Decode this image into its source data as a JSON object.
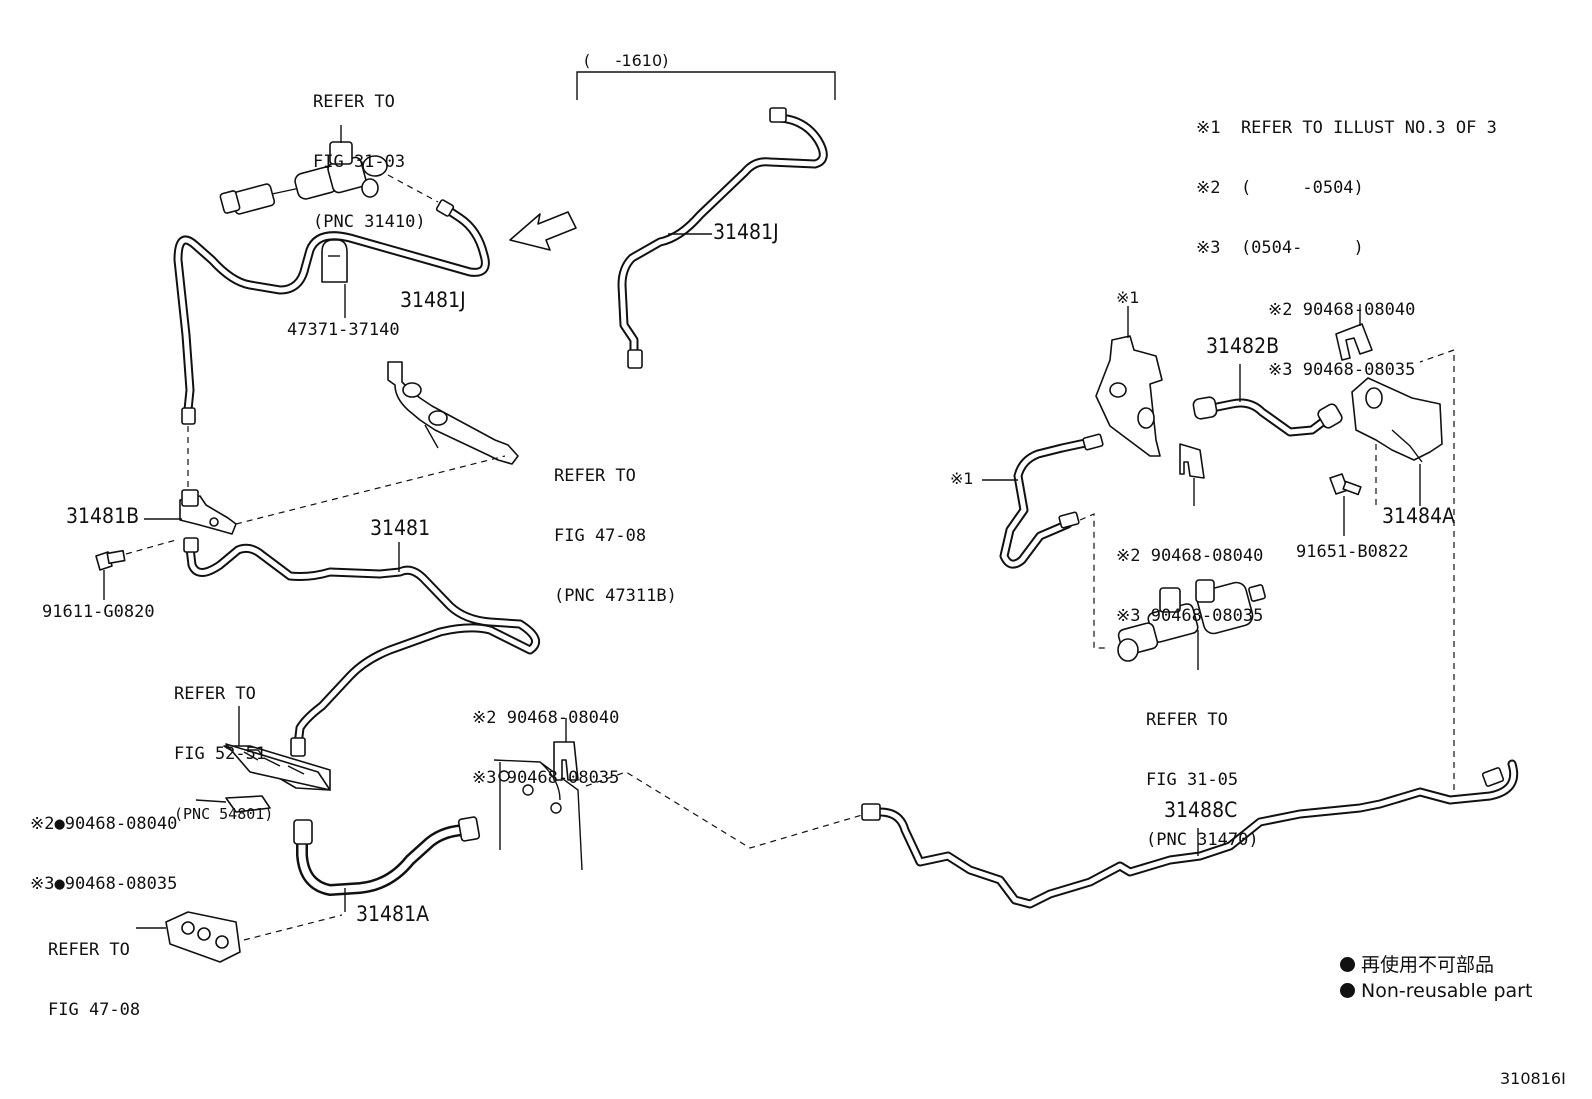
{
  "parts": {
    "pipe_31481J_upper": "31481J",
    "pipe_31481J_top": "31481J",
    "clamp_47371": "47371-37140",
    "pipe_31481B": "31481B",
    "pipe_31481": "31481",
    "bolt_91611": "91611-G0820",
    "hose_31481A": "31481A",
    "tube_31488C": "31488C",
    "pipe_31482B": "31482B",
    "bracket_31484A": "31484A",
    "bolt_91651": "91651-B0822",
    "marker_x1_bracket": "※1",
    "marker_x1_pipe": "※1"
  },
  "refs": {
    "fig_31_03": [
      "REFER TO",
      "FIG 31-03",
      "(PNC 31410)"
    ],
    "fig_47_08_a": [
      "REFER TO",
      "FIG 47-08",
      "(PNC 47311B)"
    ],
    "fig_52_51": [
      "REFER TO",
      "FIG 52-51",
      "(PNC 54801)"
    ],
    "fig_47_08_b": [
      "REFER TO",
      "FIG 47-08"
    ],
    "fig_31_05": [
      "REFER TO",
      "FIG 31-05",
      "(PNC 31470)"
    ]
  },
  "clips": {
    "clip_center": [
      "※2 90468-08040",
      "※3 90468-08035"
    ],
    "clip_left": [
      "※2●90468-08040",
      "※3●90468-08035"
    ],
    "clip_right_top": [
      "※2 90468-08040",
      "※3 90468-08035"
    ],
    "clip_right_mid": [
      "※2 90468-08040",
      "※3 90468-08035"
    ]
  },
  "date_range_top": "(     -1610)",
  "notes": [
    "※1  REFER TO ILLUST NO.3 OF 3",
    "※2  (     -0504)",
    "※3  (0504-     )"
  ],
  "legend": {
    "jp": "再使用不可部品",
    "en": "Non-reusable part"
  },
  "illustration_id": "310816I"
}
